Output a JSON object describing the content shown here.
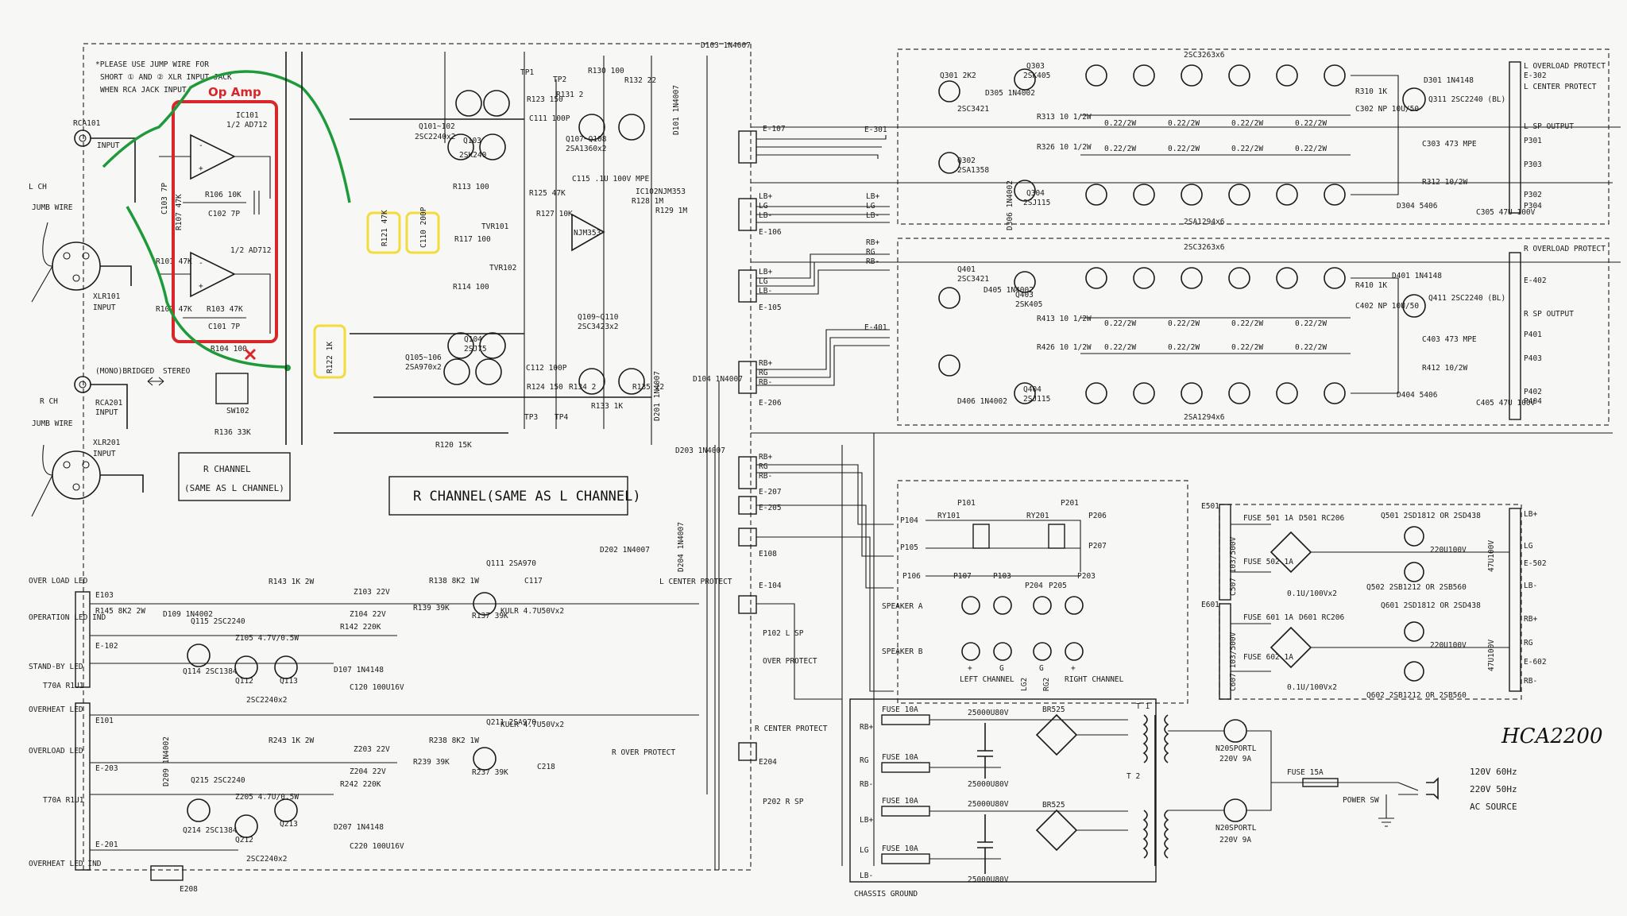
{
  "notes": {
    "jump_wire_note_1": "*PLEASE USE JUMP WIRE FOR",
    "jump_wire_note_2": "SHORT ① AND ② XLR INPUT JACK",
    "jump_wire_note_3": "WHEN RCA JACK INPUT"
  },
  "annotation": {
    "opamp_label": "Op Amp",
    "red_box_color": "#d8262a",
    "green_wire_color": "#1e9a3a",
    "yellow_highlight_color": "#f2dc3c"
  },
  "left_inputs": {
    "l_ch": "L CH",
    "rca101": "RCA101",
    "input_1": "INPUT",
    "jumb_wire_1": "JUMB WIRE",
    "xlr101": "XLR101",
    "input_2": "INPUT",
    "mono_bridged": "(MONO)BRIDGED",
    "stereo": "STEREO",
    "sw102": "SW102",
    "r_ch": "R CH",
    "rca201": "RCA201",
    "input_3": "INPUT",
    "jumb_wire_2": "JUMB WIRE",
    "xlr201": "XLR201",
    "input_4": "INPUT"
  },
  "opamp_section": {
    "ic101": "IC101",
    "ic101_type": "1/2 AD712",
    "ic_b": "1/2 AD712",
    "r106": "R106 10K",
    "c102": "C102 7P",
    "r107": "R107 47K",
    "r101": "R101 47K",
    "r102": "R102 47K",
    "r103": "R103 47K",
    "c101": "C101 7P",
    "r104": "R104 100",
    "c103": "C103 7P"
  },
  "driver_section": {
    "q101_102": "Q101~102",
    "q101_type": "2SC2240x2",
    "q103": "Q103",
    "q103_type": "2SK240",
    "q104": "Q104",
    "q104_type": "2SJ75",
    "q105_106": "Q105~106",
    "q105_type": "2SA970x2",
    "q107_108": "Q107~Q108",
    "q107_type": "2SA1360x2",
    "q109_110": "Q109~Q110",
    "q109_type": "2SC3423x2",
    "ic102": "IC102NJM353",
    "njm353": "NJM353",
    "r121": "R121 47K",
    "c110": "C110 200P",
    "r122": "R122 1K",
    "r120": "R120 15K",
    "r136": "R136 33K",
    "tp1": "TP1",
    "tp2": "TP2",
    "tp3": "TP3",
    "tp4": "TP4",
    "c115": "C115 .1U 100V MPE",
    "c111": "C111 100P",
    "c112": "C112 100P",
    "r123": "R123 150",
    "r124": "R124 150",
    "r128": "R128 1M",
    "r129": "R129 1M",
    "tvr101": "TVR101",
    "tvr102": "TVR102",
    "r113": "R113 100",
    "r114": "R114 100",
    "r117": "R117 100",
    "r125": "R125 47K",
    "r127": "R127 10K",
    "r130": "R130 100",
    "r131": "R131 2",
    "r132": "R132 22",
    "r133": "R133 1K",
    "r134": "R134 2",
    "r135": "R135 22",
    "d101": "D101 1N4007",
    "d103": "D103 1N4007",
    "d104": "D104 1N4007",
    "d201": "D201 1N4007",
    "d202": "D202 1N4007",
    "d203": "D203 1N4007",
    "d204": "D204 1N4007"
  },
  "r_channel": {
    "box_small": "R CHANNEL",
    "box_small_2": "(SAME AS L CHANNEL)",
    "box_large": "R CHANNEL(SAME AS L CHANNEL)"
  },
  "connectors": {
    "e107": "E-107",
    "e106": "E-106",
    "e105": "E-105",
    "e206": "E-206",
    "e207": "E-207",
    "e205": "E-205",
    "e108": "E108",
    "e104": "E-104",
    "e204": "E204",
    "e301": "E-301",
    "e302": "E-302",
    "e401": "E-401",
    "e402": "E-402",
    "e501": "E501",
    "e502": "E-502",
    "e601": "E601",
    "e602": "E-602",
    "e208": "E208",
    "e103": "E103",
    "e102": "E-102",
    "e101": "E101",
    "e203": "E-203",
    "e201": "E-201",
    "lb_plus": "LB+",
    "lg": "LG",
    "lb_minus": "LB-",
    "rb_plus": "RB+",
    "rg": "RG",
    "rb_minus": "RB-"
  },
  "output_stage": {
    "top_npn": "2SC3263x6",
    "top_pnp": "2SA1294x6",
    "bot_npn": "2SC3263x6",
    "bot_pnp": "2SA1294x6",
    "q301": "Q301 2K2",
    "q301_type": "2SC3421",
    "q302": "Q302",
    "q302_type": "2SA1358",
    "q303": "Q303",
    "q303_type": "2SK405",
    "q304": "Q304",
    "q304_type": "2SJ115",
    "q401": "Q401",
    "q401_type": "2SC3421",
    "q403": "Q403",
    "q403_type": "2SK405",
    "q404": "Q404",
    "q404_type": "2SJ115",
    "d305": "D305 1N4002",
    "d306": "D306 1N4002",
    "d405": "D405 1N4002",
    "d406": "D406 1N4002",
    "r313": "R313 10 1/2W",
    "r326": "R326 10 1/2W",
    "r413": "R413 10 1/2W",
    "r426": "R426 10 1/2W",
    "r_emitter": "0.22/2W",
    "r310": "R310 1K",
    "r410": "R410 1K",
    "c302": "C302 NP 10U/50",
    "c402": "C402 NP 10U/50",
    "l_overload": "L OVERLOAD PROTECT",
    "l_center": "L CENTER PROTECT",
    "l_sp_output": "L SP OUTPUT",
    "r_overload": "R OVERLOAD PROTECT",
    "r_sp_output": "R SP OUTPUT",
    "p301": "P301",
    "p302": "P302",
    "p303": "P303",
    "p304": "P304",
    "p401": "P401",
    "p402": "P402",
    "p403": "P403",
    "p404": "P404",
    "d301": "D301 1N4148",
    "d401": "D401 1N4148",
    "q311": "Q311 2SC2240 (BL)",
    "q411": "Q411 2SC2240 (BL)",
    "c303": "C303 473 MPE",
    "c403": "C403 473 MPE",
    "r312": "R312 10/2W",
    "r412": "R412 10/2W",
    "d304": "D304 5406",
    "d404": "D404 5406",
    "c305": "C305 47U 100V",
    "c405": "C405 47U 100V"
  },
  "speaker_section": {
    "p101": "P101",
    "p201": "P201",
    "ry101": "RY101",
    "ry201": "RY201",
    "p104": "P104",
    "p105": "P105",
    "p106": "P106",
    "p107": "P107",
    "p103": "P103",
    "p204": "P204",
    "p205": "P205",
    "p203": "P203",
    "p206": "P206",
    "p207": "P207",
    "speaker_a": "SPEAKER A",
    "speaker_b": "SPEAKER B",
    "left_channel": "LEFT CHANNEL",
    "right_channel": "RIGHT CHANNEL",
    "plus": "+",
    "g": "G",
    "lg2": "LG2",
    "rg2": "RG2"
  },
  "power_section": {
    "fuse_10a": "FUSE 10A",
    "cap_25000": "25000U80V",
    "br525": "BR525",
    "t1": "T 1",
    "t2": "T 2",
    "n20": "N20SPORTL",
    "n20_rating": "220V 9A",
    "fuse_15a": "FUSE 15A",
    "power_sw": "POWER SW",
    "chassis_ground": "CHASSIS GROUND",
    "fuse501": "FUSE 501 1A",
    "fuse502": "FUSE 502 1A",
    "fuse601": "FUSE 601 1A",
    "fuse602": "FUSE 602 1A",
    "d501": "D501 RC206",
    "d601": "D601 RC206",
    "c507": "C507 103/500V",
    "c607": "C607 103/500V",
    "q501": "Q501 2SD1812 OR 2SD438",
    "q502": "Q502 2SB1212 OR 2SB560",
    "q601": "Q601 2SD1812 OR 2SD438",
    "q602": "Q602 2SB1212 OR 2SB560",
    "cap_01": "0.1U/100Vx2",
    "cap_220": "220U100V",
    "cap_47": "47U100V"
  },
  "protect_section": {
    "over_load_led": "OVER LOAD LED",
    "operation_led": "OPERATION LED IND",
    "stand_by_led": "STAND-BY LED",
    "overheat_led": "OVERHEAT LED",
    "overload_led_2": "OVERLOAD LED",
    "overheat_led_ind": "OVERHEAT LED IND",
    "t70a": "T70A R1U1",
    "r145": "R145 8K2 2W",
    "r143": "R143 1K 2W",
    "r243": "R243 1K 2W",
    "r138": "R138 8K2 1W",
    "r238": "R238 8K2 1W",
    "r139": "R139 39K",
    "r239": "R239 39K",
    "r137": "R137 39K",
    "r237": "R237 39K",
    "r142": "R142 220K",
    "r242": "R242 220K",
    "q111": "Q111 2SA970",
    "q211": "Q211 2SA970",
    "q115": "Q115 2SC2240",
    "q215": "Q215 2SC2240",
    "q114": "Q114 2SC1384",
    "q214": "Q214 2SC1384",
    "q112": "Q112",
    "q113": "Q113",
    "q212": "Q212",
    "q213": "Q213",
    "z103": "Z103 22V",
    "z104": "Z104 22V",
    "z105": "Z105 4.7V/0.5W",
    "z203": "Z203 22V",
    "z204": "Z204 22V",
    "z205": "Z205 4.7U/0.5W",
    "d107": "D107 1N4148",
    "d207": "D207 1N4148",
    "d109": "D109 1N4002",
    "d209": "D209 1N4002",
    "c117": "C117",
    "c120": "C120 100U16V",
    "c220": "C220 100U16V",
    "c218": "C218",
    "kulr": "KULR 4.7U50Vx2",
    "sc2240x2": "2SC2240x2",
    "l_center_protect": "L CENTER PROTECT",
    "r_over_protect": "R OVER PROTECT",
    "r_center_protect": "R CENTER PROTECT",
    "l_sp": "P102 L SP",
    "over_protect": "OVER PROTECT",
    "r_sp": "P202 R SP"
  },
  "model": {
    "name": "HCA2200",
    "line1": "120V 60Hz",
    "line2": "220V 50Hz",
    "line3": "AC SOURCE"
  }
}
